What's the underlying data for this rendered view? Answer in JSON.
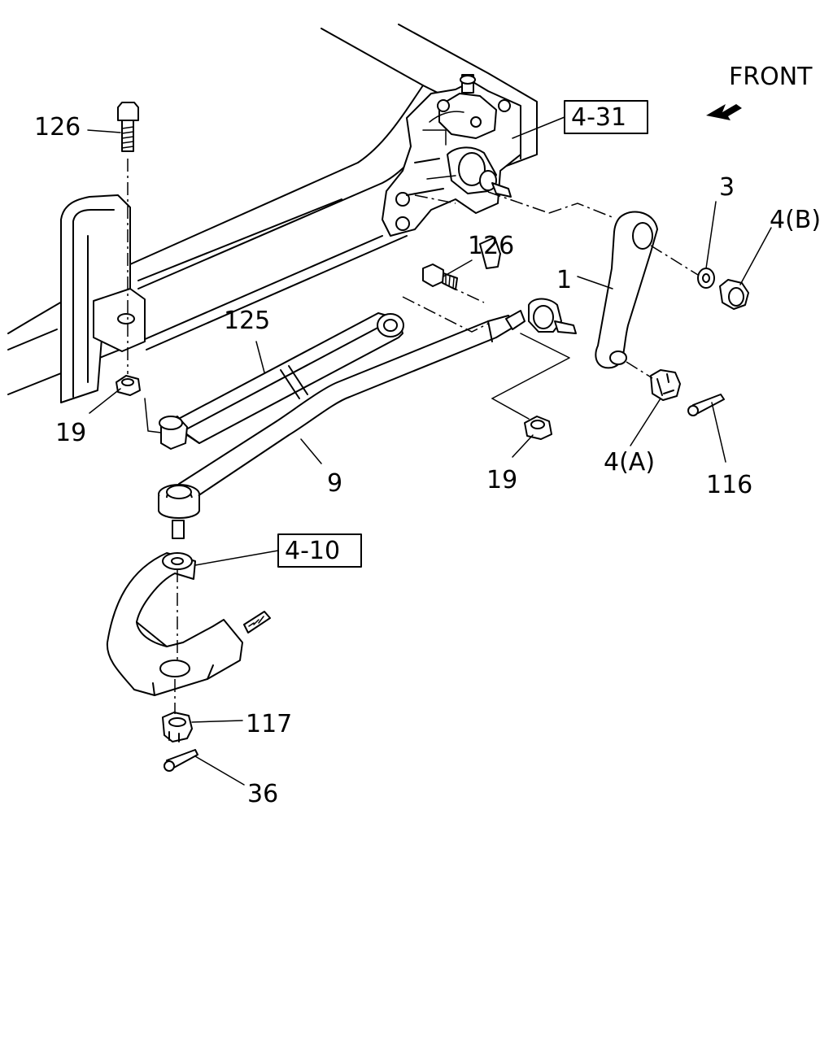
{
  "orientation": {
    "text": "FRONT"
  },
  "references": [
    {
      "id": "ref-4-31",
      "text": "4-31"
    },
    {
      "id": "ref-4-10",
      "text": "4-10"
    }
  ],
  "callouts": [
    {
      "id": "part-126-top",
      "text": "126"
    },
    {
      "id": "part-126-mid",
      "text": "126"
    },
    {
      "id": "part-125",
      "text": "125"
    },
    {
      "id": "part-19-left",
      "text": "19"
    },
    {
      "id": "part-19-mid",
      "text": "19"
    },
    {
      "id": "part-9",
      "text": "9"
    },
    {
      "id": "part-1",
      "text": "1"
    },
    {
      "id": "part-3",
      "text": "3"
    },
    {
      "id": "part-4b",
      "text": "4(B)"
    },
    {
      "id": "part-4a",
      "text": "4(A)"
    },
    {
      "id": "part-116",
      "text": "116"
    },
    {
      "id": "part-117",
      "text": "117"
    },
    {
      "id": "part-36",
      "text": "36"
    }
  ]
}
